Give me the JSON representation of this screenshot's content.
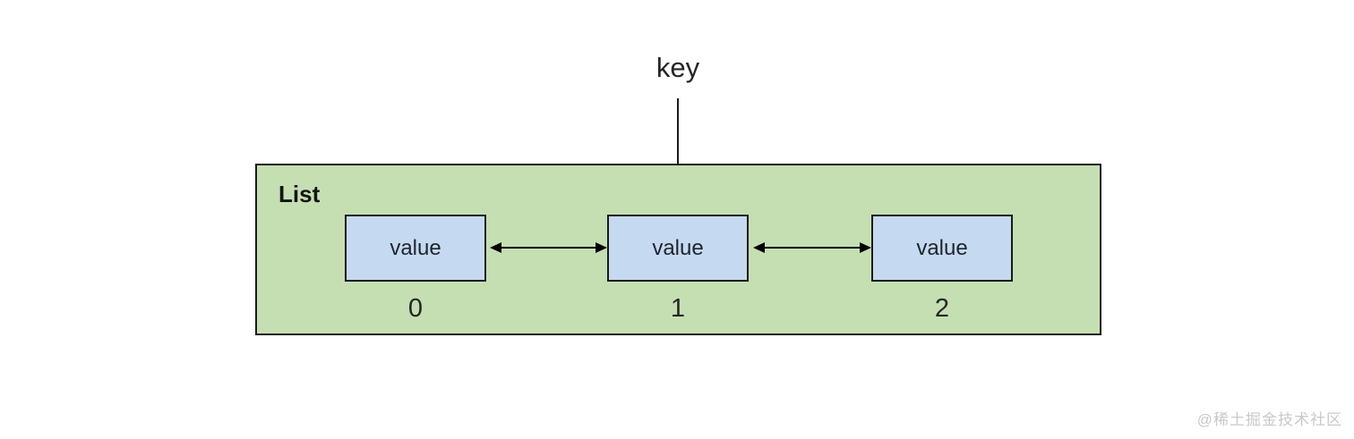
{
  "diagram": {
    "key_label": "key",
    "container": {
      "label": "List",
      "items": [
        {
          "value": "value",
          "index": "0"
        },
        {
          "value": "value",
          "index": "1"
        },
        {
          "value": "value",
          "index": "2"
        }
      ],
      "connections": [
        {
          "from": 0,
          "to": 1,
          "type": "double-arrow"
        },
        {
          "from": 1,
          "to": 2,
          "type": "double-arrow"
        }
      ]
    },
    "colors": {
      "container_bg": "#c5dfb3",
      "container_border": "#1a1a1a",
      "node_bg": "#c5daf0",
      "node_border": "#1a1a1a",
      "arrow": "#000000",
      "text": "#262626",
      "watermark": "#c9c9c9"
    },
    "watermark": "@稀土掘金技术社区"
  }
}
